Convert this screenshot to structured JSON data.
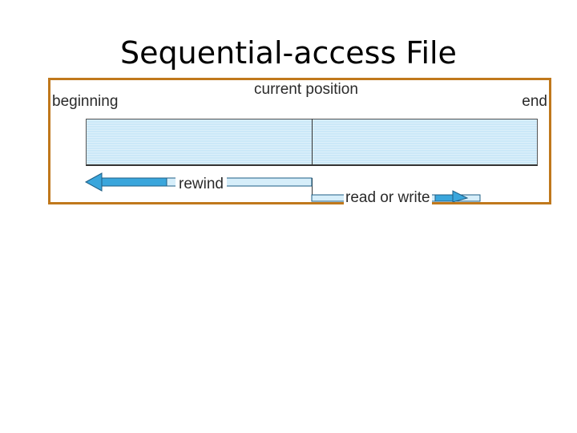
{
  "slide": {
    "title": "Sequential-access File"
  },
  "diagram": {
    "labels": {
      "beginning": "beginning",
      "end": "end",
      "current_position": "current position",
      "rewind": "rewind",
      "read_or_write": "read or write"
    },
    "colors": {
      "frame_border": "#c0781c",
      "tape_fill": "#cbe8f8",
      "arrow_fill": "#3aa6dc",
      "arrow_stroke": "#1e5f86"
    }
  }
}
